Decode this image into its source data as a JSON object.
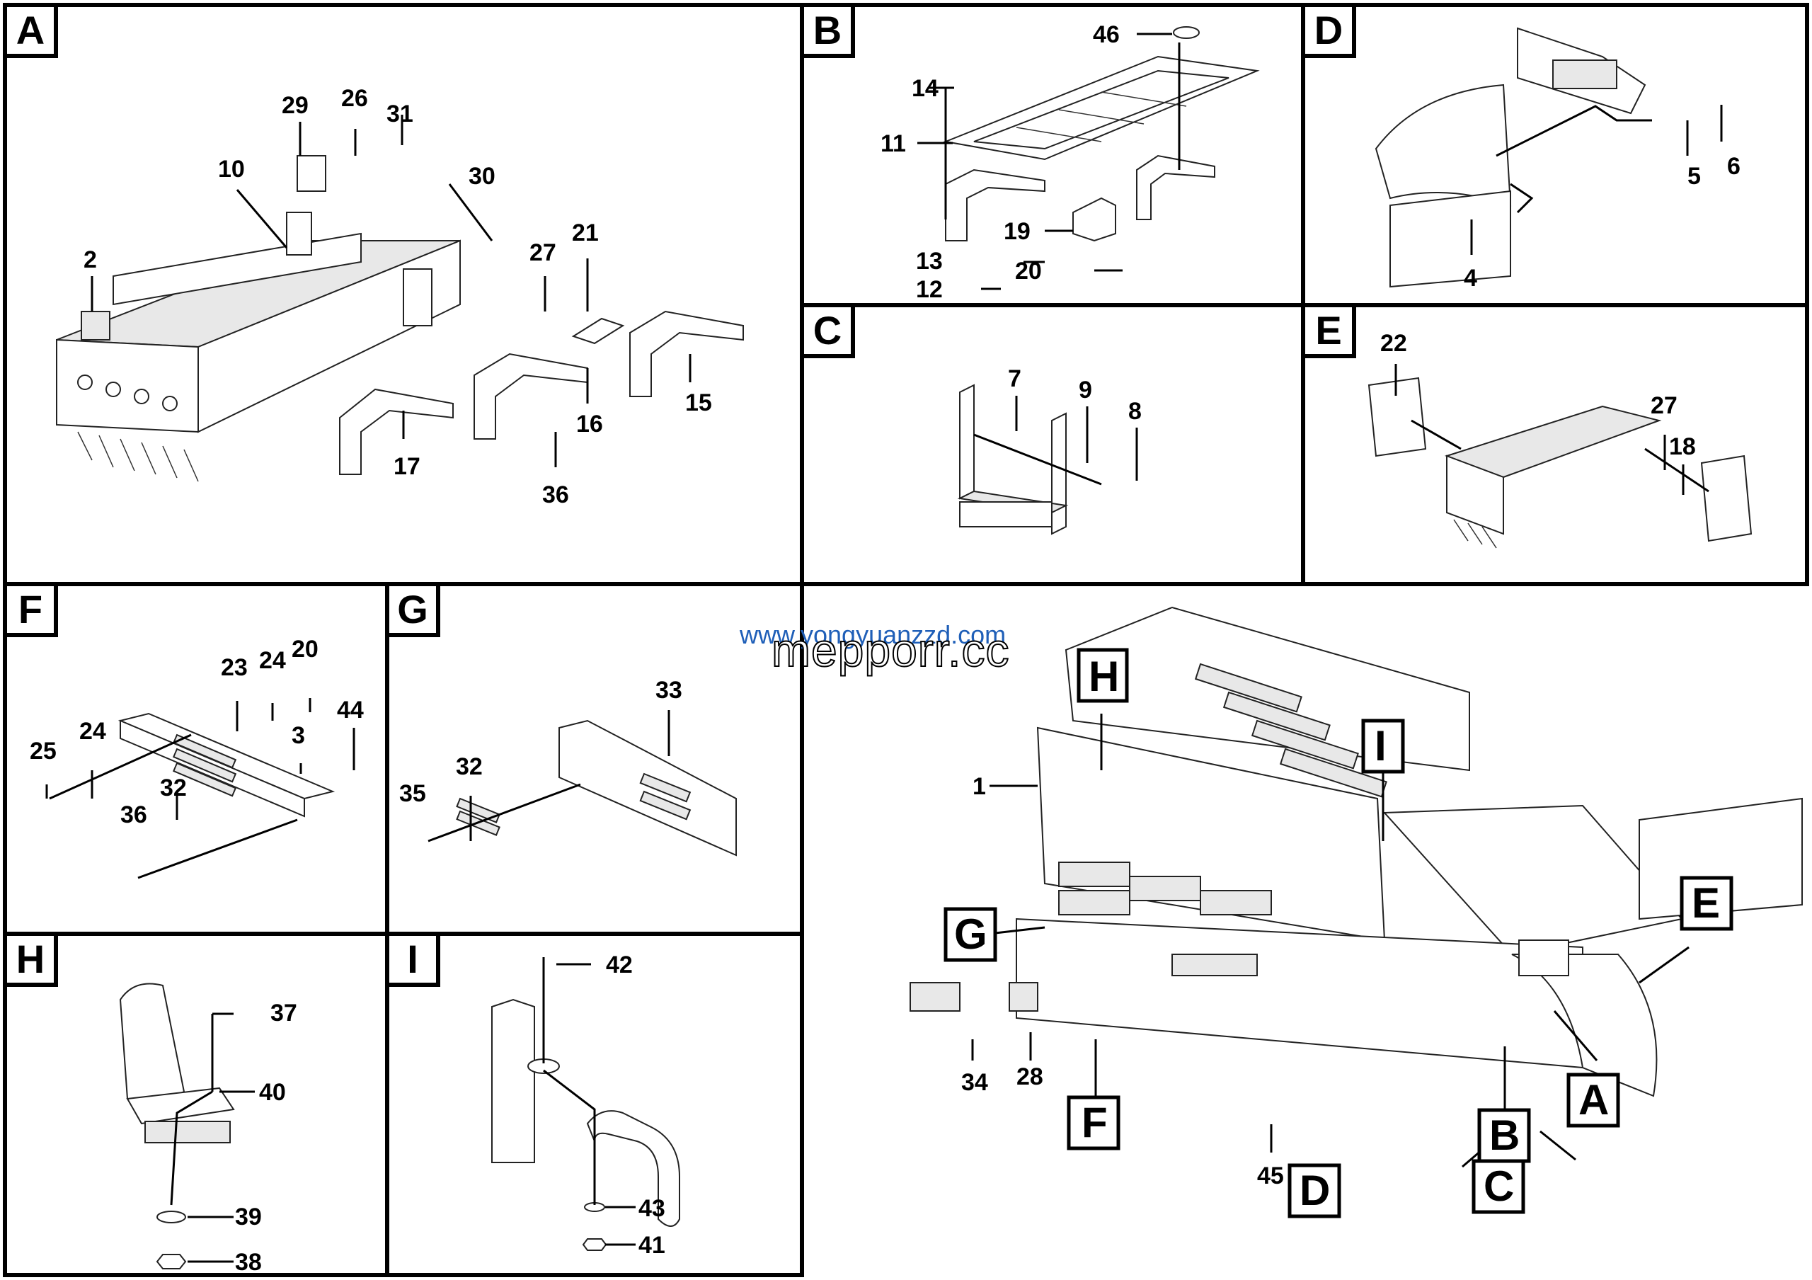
{
  "panels": {
    "A": {
      "label": "A",
      "callouts": [
        "29",
        "26",
        "31",
        "10",
        "30",
        "2",
        "27",
        "21",
        "15",
        "17",
        "16",
        "36"
      ]
    },
    "B": {
      "label": "B",
      "callouts": [
        "46",
        "14",
        "11",
        "19",
        "13",
        "20",
        "12"
      ]
    },
    "D": {
      "label": "D",
      "callouts": [
        "5",
        "6",
        "4"
      ]
    },
    "C": {
      "label": "C",
      "callouts": [
        "7",
        "9",
        "8"
      ]
    },
    "E": {
      "label": "E",
      "callouts": [
        "22",
        "27",
        "18"
      ]
    },
    "F": {
      "label": "F",
      "callouts": [
        "20",
        "23",
        "24",
        "44",
        "24",
        "3",
        "25",
        "32",
        "36"
      ]
    },
    "G": {
      "label": "G",
      "callouts": [
        "33",
        "32",
        "35"
      ]
    },
    "H": {
      "label": "H",
      "callouts": [
        "37",
        "40",
        "39",
        "38"
      ]
    },
    "I": {
      "label": "I",
      "callouts": [
        "42",
        "43",
        "41"
      ]
    },
    "main": {
      "callouts": [
        "1",
        "34",
        "28",
        "45"
      ],
      "box_labels": [
        "H",
        "I",
        "G",
        "E",
        "A",
        "B",
        "F",
        "D",
        "C"
      ]
    }
  },
  "watermark": {
    "url": "www.yongyuanzzd.com",
    "brand": "mepporr.cc"
  }
}
